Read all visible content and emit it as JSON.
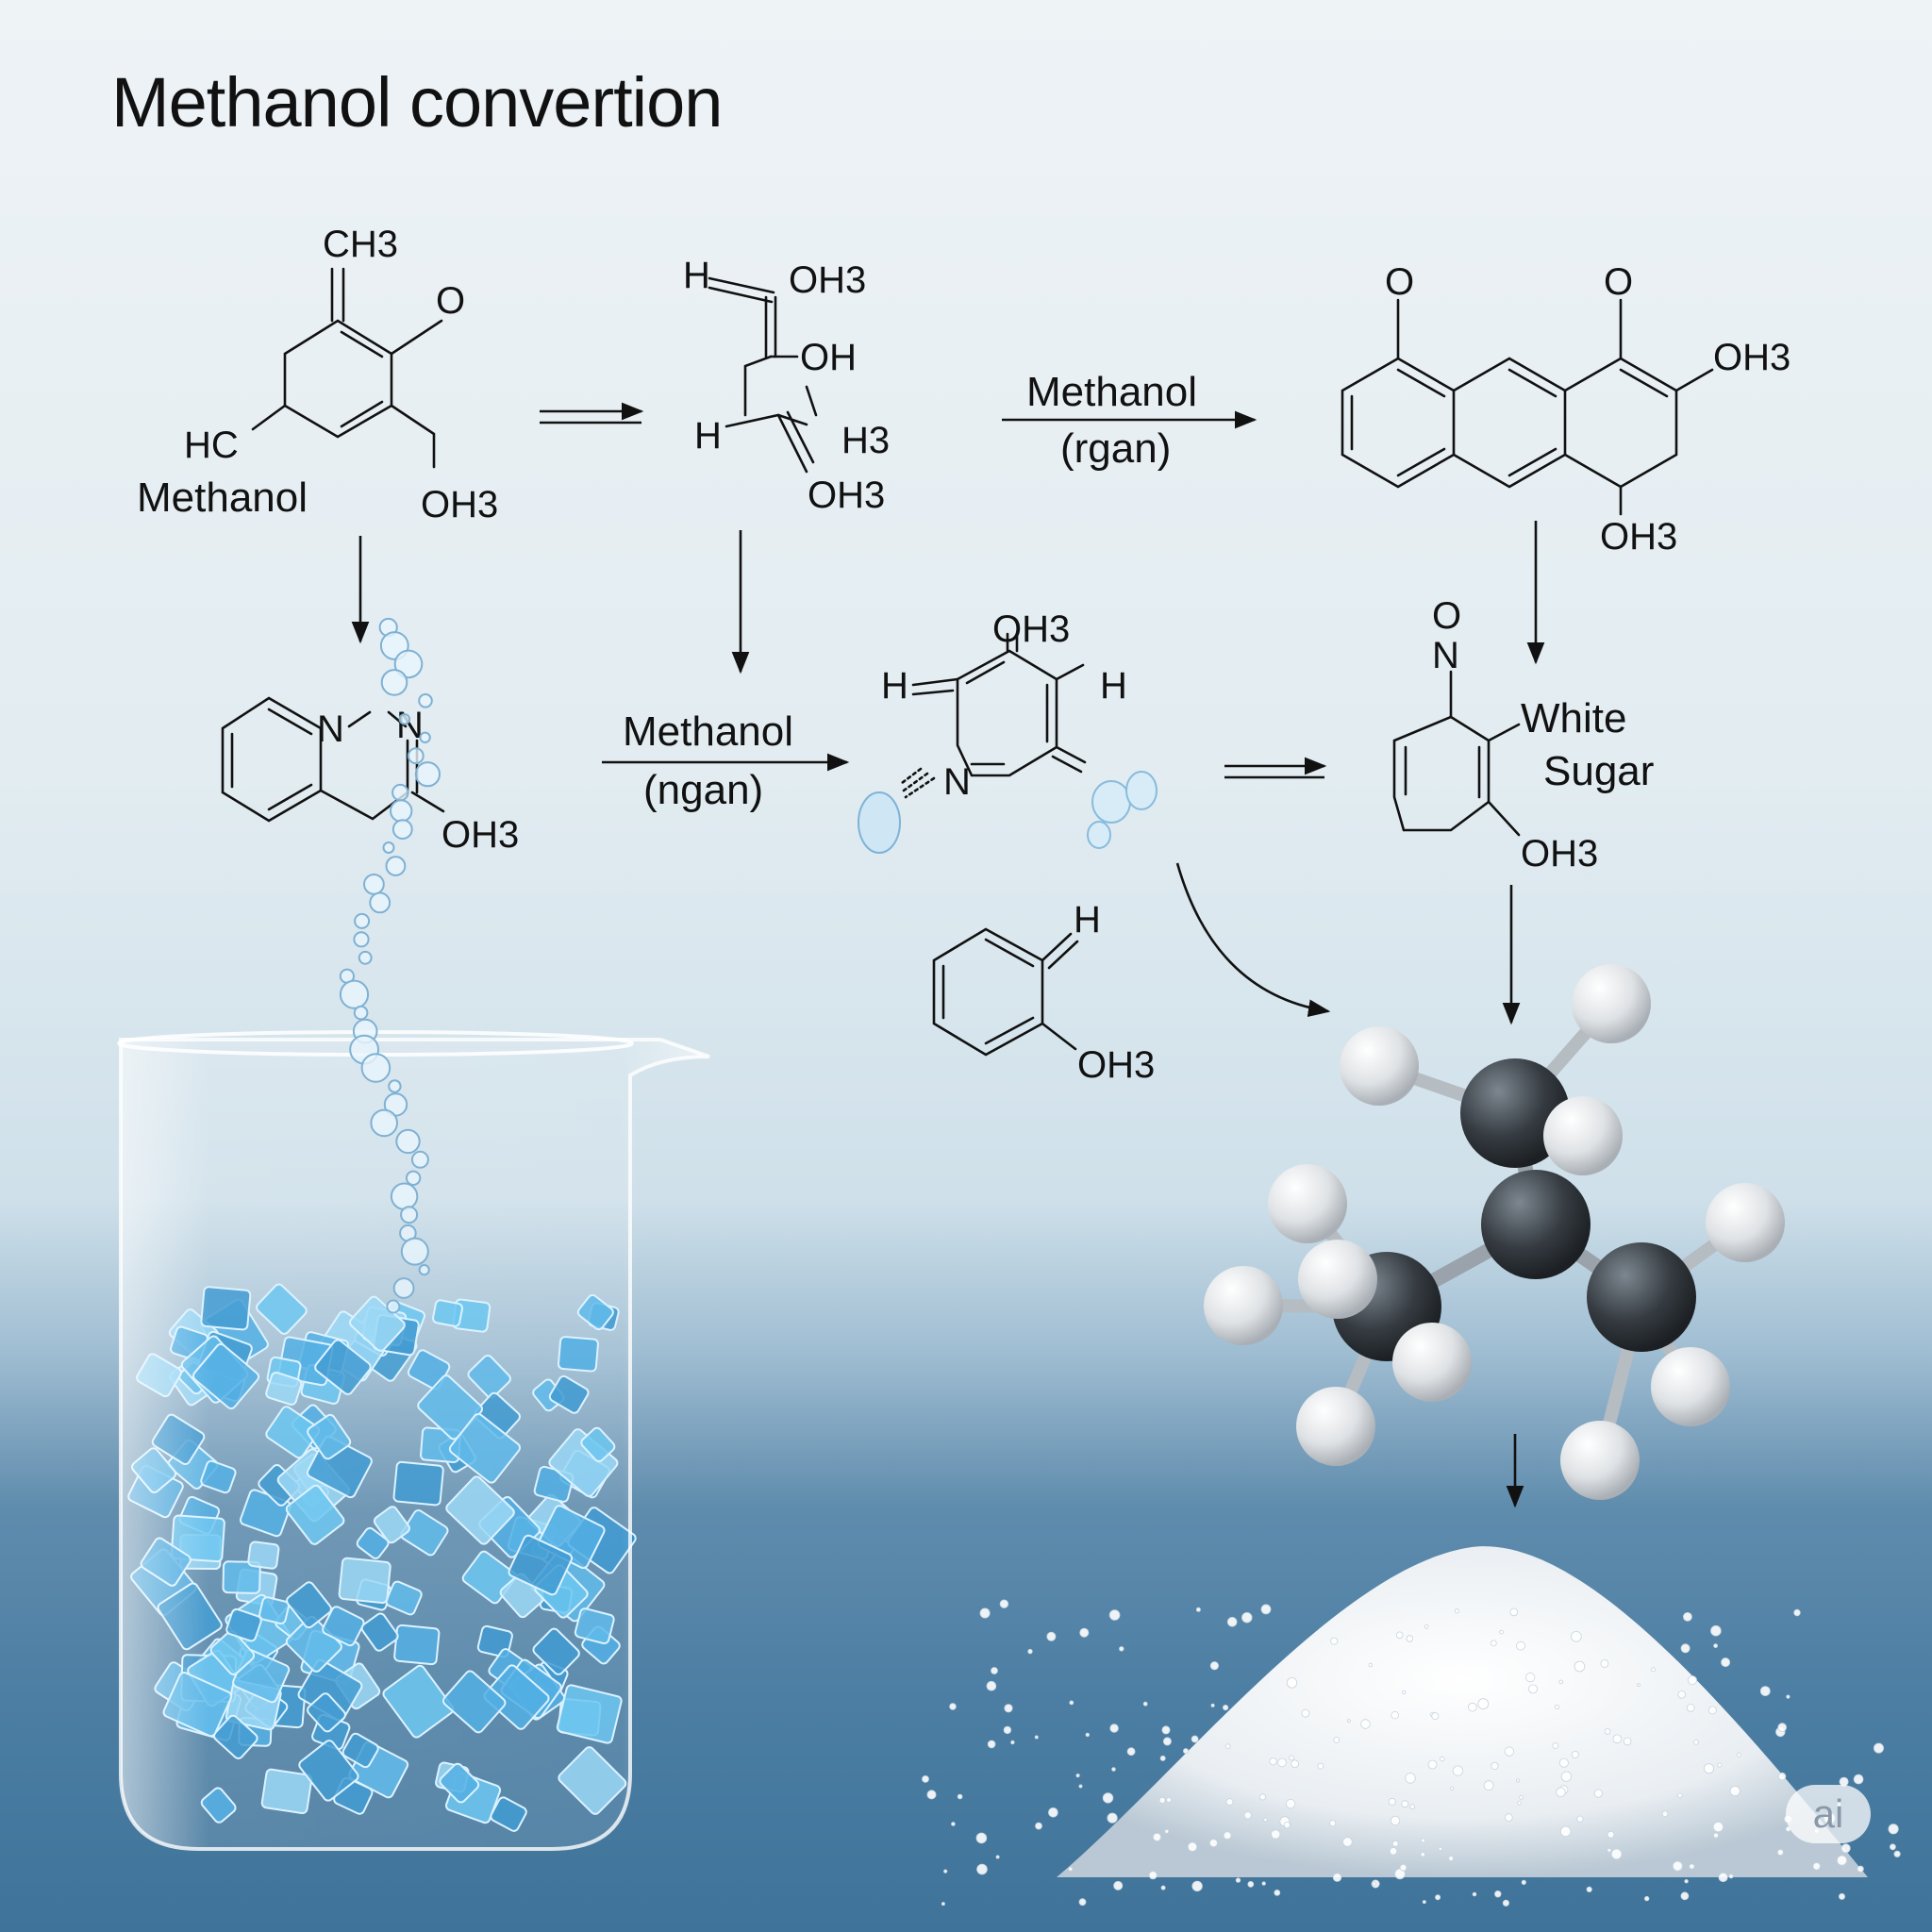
{
  "title": "Methanol convertion",
  "structures": {
    "s1": {
      "ch3": "CH3",
      "o": "O",
      "hc": "HC",
      "name": "Methanol",
      "oh3": "OH3"
    },
    "s2": {
      "h": "H",
      "oh3_top": "OH3",
      "oh": "OH",
      "h_left": "H",
      "h3": "H3",
      "oh3_bottom": "OH3"
    },
    "s3": {
      "o_left": "O",
      "o_right": "O",
      "oh3_right": "OH3",
      "oh3_bottom": "OH3"
    },
    "s4": {
      "n1": "N",
      "n2": "N",
      "oh3": "OH3"
    },
    "s5": {
      "oh3": "OH3",
      "h_left": "H",
      "h_right": "H",
      "n": "N"
    },
    "s6": {
      "o": "O",
      "n": "N",
      "label": "White\nSugar",
      "oh3": "OH3"
    },
    "s7": {
      "h": "H",
      "oh3": "OH3"
    }
  },
  "reactions": {
    "r1": {
      "label": "Methanol",
      "sub": "(rgan)"
    },
    "r2": {
      "label": "Methanol",
      "sub": "(ngan)"
    }
  },
  "badge": "ai",
  "colors": {
    "background_top": "#eef3f6",
    "table": "#3f7399",
    "crystals": "#4fb3e8",
    "carbon": "#2e3338",
    "hydrogen": "#e6e8ea"
  }
}
